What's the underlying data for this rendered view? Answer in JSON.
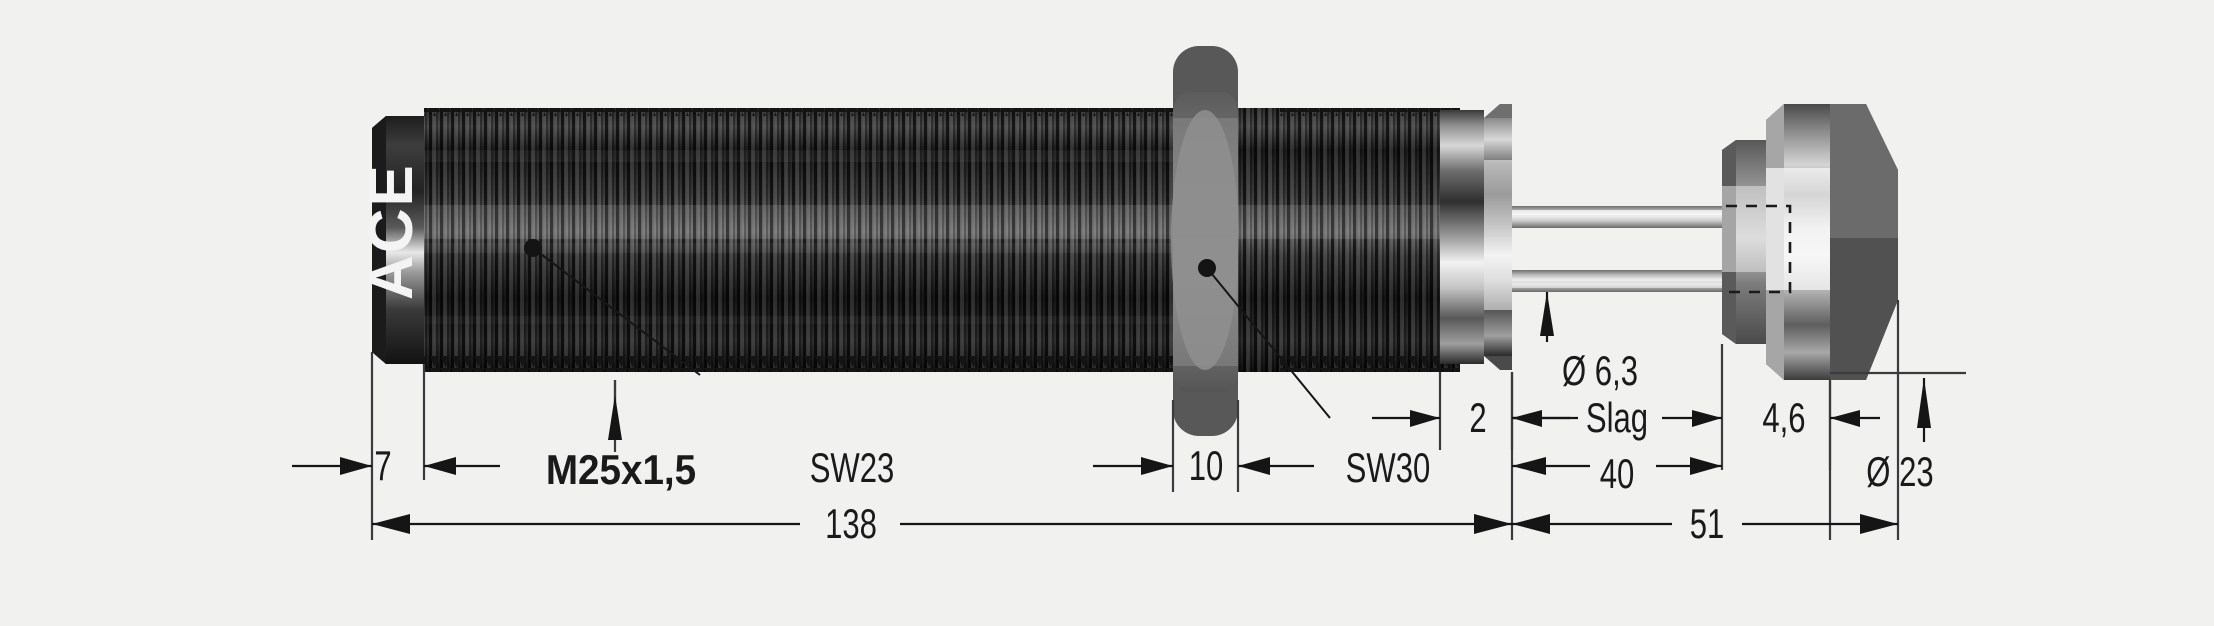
{
  "drawing": {
    "title": "ACE miniature shock absorber dimensional drawing",
    "background_color": "#f1f1f0",
    "line_color": "#1a1a1a",
    "brand_text": "ACE"
  },
  "dimensions": {
    "end_cap_len": "7",
    "thread_spec": "M25x1,5",
    "wrench_flat_body": "SW23",
    "hex_nut_width": "10",
    "wrench_flat_nut": "SW30",
    "cap_shoulder": "2",
    "rod_diameter": "Ø 6,3",
    "stroke_label": "Slag",
    "stroke_value": "40",
    "button_thickness": "4,6",
    "button_diameter": "Ø 23",
    "body_length": "138",
    "extension_length": "51"
  },
  "parts": {
    "end_cap": "left-end-cap",
    "threaded_body": "threaded-cylinder-body",
    "hex_nut": "sw30-hex-nut",
    "right_cap": "right-end-cap",
    "piston_rod": "piston-rod",
    "mount_button": "mounting-button"
  }
}
